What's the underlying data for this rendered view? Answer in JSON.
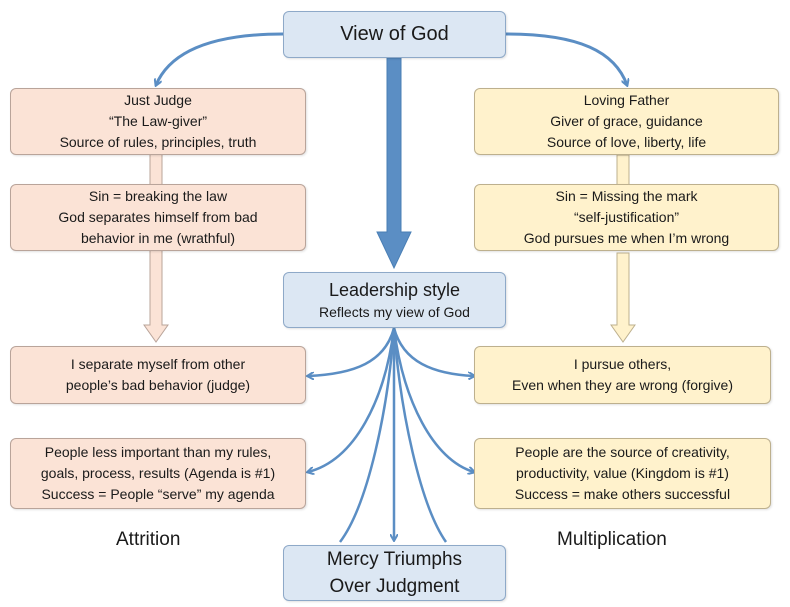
{
  "top": {
    "title": "View of God"
  },
  "left": {
    "identity": [
      "Just Judge",
      "“The Law-giver”",
      "Source of rules, principles, truth"
    ],
    "sin": [
      "Sin = breaking the law",
      "God separates himself from bad",
      "behavior in me (wrathful)"
    ],
    "response": [
      "I separate myself from other",
      "people’s bad behavior (judge)"
    ],
    "outcome": [
      "People less important than my rules,",
      "goals, process, results (Agenda is #1)",
      "Success = People “serve” my agenda"
    ],
    "label": "Attrition"
  },
  "right": {
    "identity": [
      "Loving Father",
      "Giver of grace, guidance",
      "Source of love, liberty, life"
    ],
    "sin": [
      "Sin = Missing the mark",
      "“self-justification”",
      "God pursues me when I’m wrong"
    ],
    "response": [
      "I pursue others,",
      "Even when they are wrong (forgive)"
    ],
    "outcome": [
      "People are the source of creativity,",
      "productivity, value (Kingdom is #1)",
      "Success = make others successful"
    ],
    "label": "Multiplication"
  },
  "center": {
    "leadership_title": "Leadership style",
    "leadership_sub": "Reflects my view of God",
    "bottom": [
      "Mercy Triumphs",
      "Over Judgment"
    ]
  },
  "colors": {
    "blue_box": "#dce7f3",
    "pink_box": "#fbe3d6",
    "yellow_box": "#fff2cc",
    "connector": "#5b8ec4"
  }
}
